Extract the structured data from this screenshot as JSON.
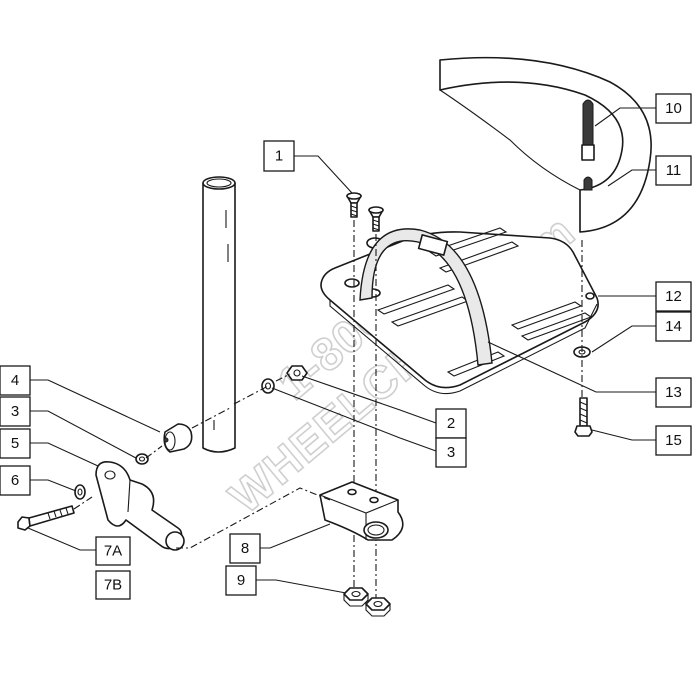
{
  "watermark": {
    "line1": "1-800",
    "line2": "WHEELCHAIR.com",
    "color": "#cfcfcf"
  },
  "callouts": [
    {
      "id": "c1",
      "label": "1"
    },
    {
      "id": "c2",
      "label": "2"
    },
    {
      "id": "c3a",
      "label": "3"
    },
    {
      "id": "c3b",
      "label": "3"
    },
    {
      "id": "c4",
      "label": "4"
    },
    {
      "id": "c5",
      "label": "5"
    },
    {
      "id": "c6",
      "label": "6"
    },
    {
      "id": "c7a",
      "label": "7A"
    },
    {
      "id": "c7b",
      "label": "7B"
    },
    {
      "id": "c8",
      "label": "8"
    },
    {
      "id": "c9",
      "label": "9"
    },
    {
      "id": "c10",
      "label": "10"
    },
    {
      "id": "c11",
      "label": "11"
    },
    {
      "id": "c12",
      "label": "12"
    },
    {
      "id": "c13",
      "label": "13"
    },
    {
      "id": "c14",
      "label": "14"
    },
    {
      "id": "c15",
      "label": "15"
    }
  ],
  "colors": {
    "line": "#1a1a1a",
    "background": "#ffffff",
    "watermark": "#cfcfcf"
  }
}
